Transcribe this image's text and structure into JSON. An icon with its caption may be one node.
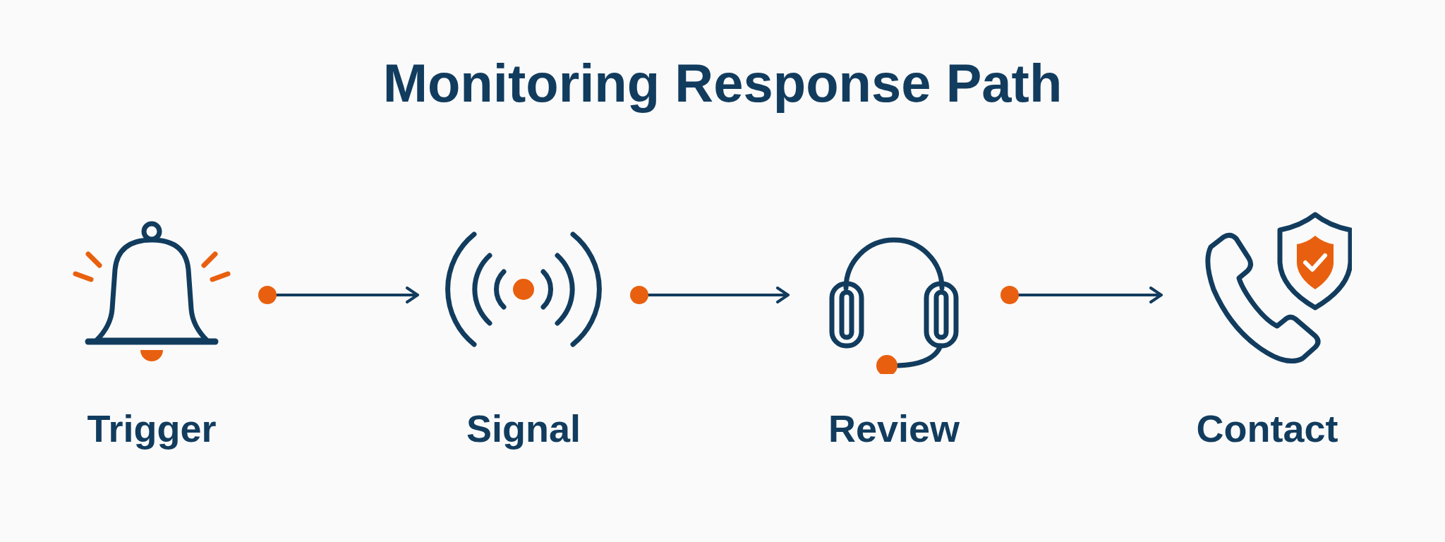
{
  "diagram": {
    "title": "Monitoring Response Path",
    "nodes": [
      {
        "text": [
          "Trigger"
        ]
      },
      {
        "text": [
          "Signal"
        ]
      },
      {
        "text": [
          "Review"
        ]
      },
      {
        "text": [
          "Contact"
        ]
      }
    ],
    "edges": [
      {
        "from": 0,
        "to": 1,
        "arrow": "to"
      },
      {
        "from": 1,
        "to": 2,
        "arrow": "to"
      },
      {
        "from": 2,
        "to": 3,
        "arrow": "to"
      }
    ]
  }
}
